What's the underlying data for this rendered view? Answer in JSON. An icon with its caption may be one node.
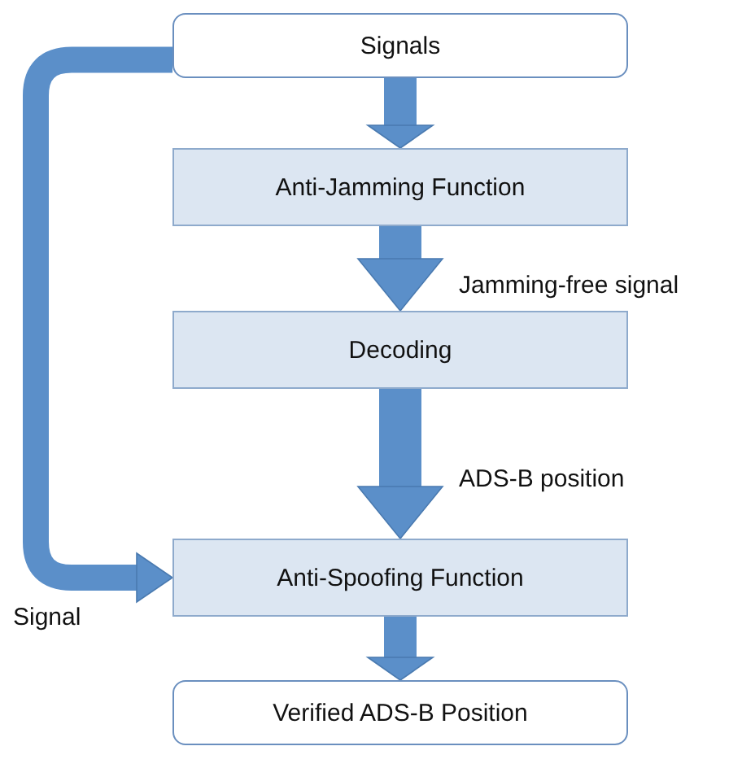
{
  "diagram": {
    "nodes": [
      {
        "text": [
          "Signals"
        ]
      },
      {
        "text": [
          "Anti-Jamming Function"
        ]
      },
      {
        "text": [
          "Decoding"
        ]
      },
      {
        "text": [
          "Anti-Spoofing Function"
        ]
      },
      {
        "text": [
          "Verified ADS-B Position"
        ]
      }
    ],
    "edges": [
      {
        "from": 0,
        "to": 1,
        "arrow": "to"
      },
      {
        "from": 1,
        "to": 2,
        "arrow": "to",
        "label": "Jamming-free signal"
      },
      {
        "from": 2,
        "to": 3,
        "arrow": "to",
        "label": "ADS-B position"
      },
      {
        "from": 3,
        "to": 4,
        "arrow": "to"
      },
      {
        "from": 0,
        "to": 3,
        "arrow": "to",
        "label": "Signal"
      }
    ]
  }
}
